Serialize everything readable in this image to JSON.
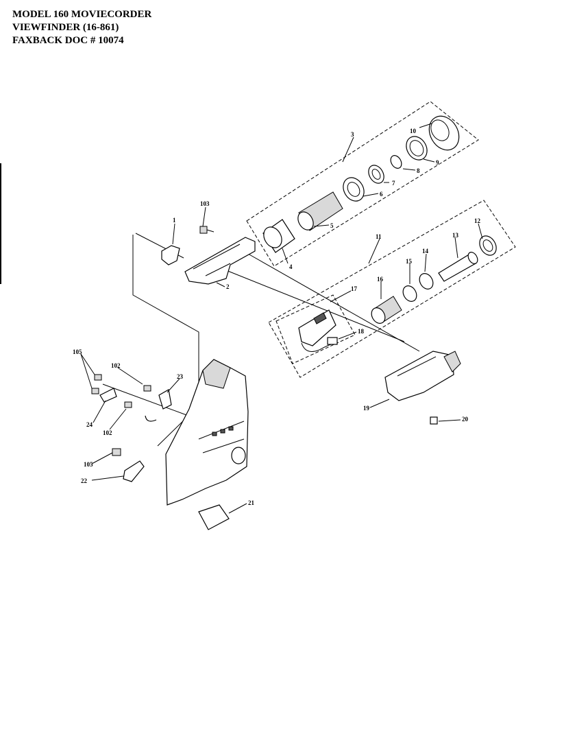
{
  "header": {
    "line1": "MODEL 160 MOVIECORDER",
    "line2": "VIEWFINDER  (16-861)",
    "line3": "FAXBACK DOC # 10074"
  },
  "callouts": {
    "c1": "1",
    "c2": "2",
    "c3": "3",
    "c4": "4",
    "c5": "5",
    "c6": "6",
    "c7": "7",
    "c8": "8",
    "c9": "9",
    "c10": "10",
    "c11": "11",
    "c12": "12",
    "c13": "13",
    "c14": "14",
    "c15": "15",
    "c16": "16",
    "c17": "17",
    "c18": "18",
    "c19": "19",
    "c20": "20",
    "c21": "21",
    "c22": "22",
    "c23": "23",
    "c24": "24",
    "c102a": "102",
    "c102b": "102",
    "c103": "103",
    "c105a": "105",
    "c105b": "105"
  }
}
